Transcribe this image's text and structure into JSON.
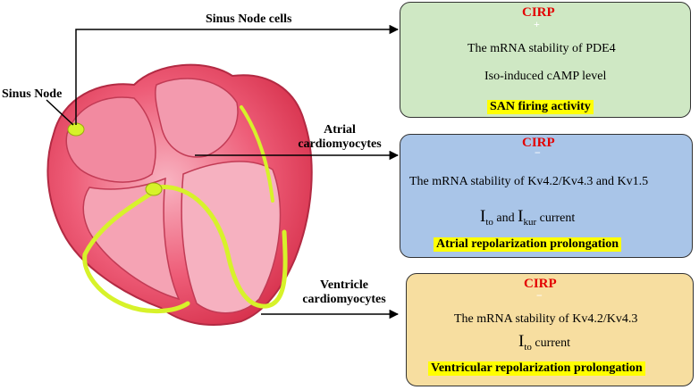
{
  "labels": {
    "sinus_node": "Sinus Node",
    "sinus_node_cells": "Sinus Node cells",
    "atrial_line1": "Atrial",
    "atrial_line2": "cardiomyocytes",
    "ventricle_line1": "Ventricle",
    "ventricle_line2": "cardiomyocytes"
  },
  "panel_san": {
    "cirp": "CIRP",
    "step1": "The mRNA stability of PDE4",
    "step2": "Iso-induced cAMP level",
    "step3": "SAN firing activity",
    "sign": "+",
    "color": "#cfe8c4"
  },
  "panel_atrial": {
    "cirp": "CIRP",
    "step1": "The mRNA stability of Kv4.2/Kv4.3 and Kv1.5",
    "step2_I1": "I",
    "step2_sub1": "to",
    "step2_and": " and ",
    "step2_I2": "I",
    "step2_sub2": "kur",
    "step2_tail": " current",
    "step3": "Atrial repolarization prolongation",
    "sign": "−",
    "color": "#a9c5e8"
  },
  "panel_ventricle": {
    "cirp": "CIRP",
    "step1": "The mRNA stability of Kv4.2/Kv4.3",
    "step2_I": "I",
    "step2_sub": "to",
    "step2_tail": " current",
    "step3": "Ventricular repolarization prolongation",
    "sign": "−",
    "color": "#f7dea0"
  },
  "colors": {
    "red_arrow": "#e81c1c",
    "black_arrow": "#111111",
    "heart_main": "#ef4e6b",
    "heart_light": "#f7a9b6",
    "conduction": "#d7f22a",
    "highlight": "#ffff00"
  }
}
